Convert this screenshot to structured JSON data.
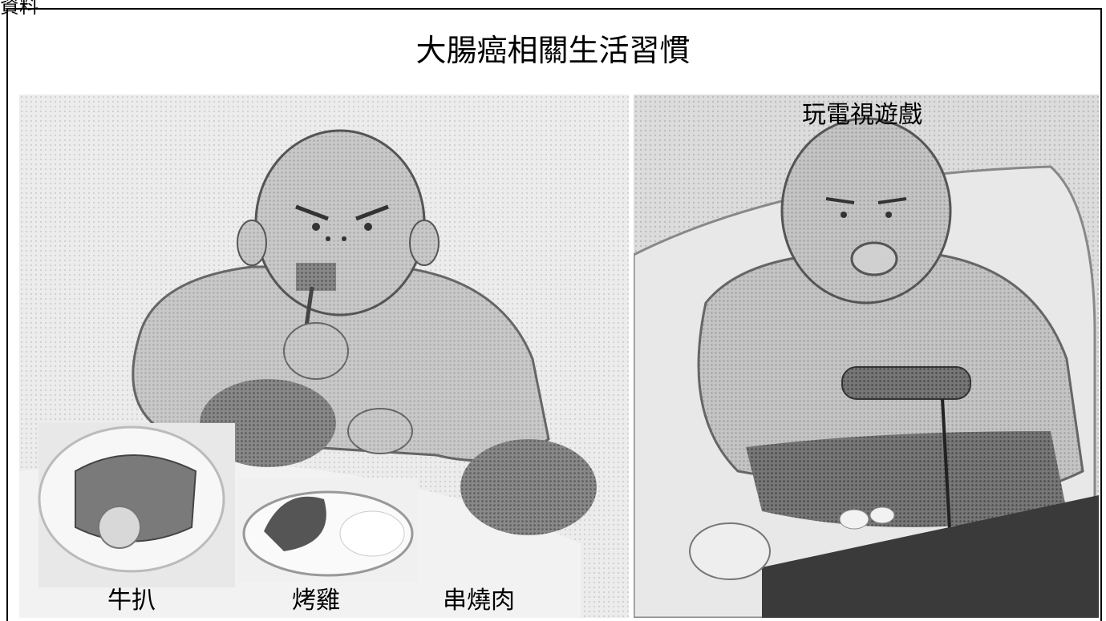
{
  "page": {
    "corner_label": "資料",
    "title": "大腸癌相關生活習慣"
  },
  "left_panel": {
    "labels": {
      "steak": "牛扒",
      "roast_chicken": "烤雞",
      "skewers": "串燒肉"
    }
  },
  "right_panel": {
    "label": "玩電視遊戲"
  },
  "colors": {
    "border": "#000000",
    "text": "#000000",
    "halftone_light": "#e6e6e6",
    "halftone_dark": "#9a9a9a"
  }
}
